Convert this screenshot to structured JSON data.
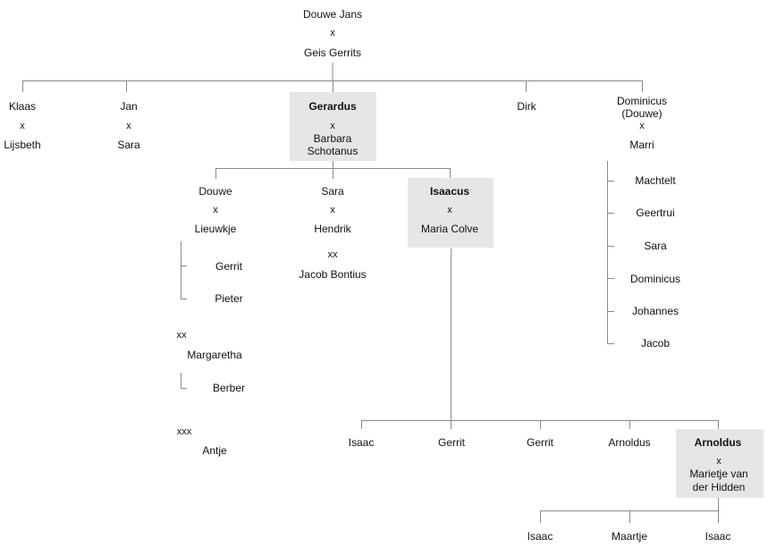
{
  "colors": {
    "line": "#8a8a8a",
    "highlight_box": "#e6e6e6",
    "text": "#111111"
  },
  "root": {
    "name": "Douwe Jans",
    "marker": "x",
    "spouse": "Geis Gerrits"
  },
  "generation1": {
    "klaas": {
      "name": "Klaas",
      "marker": "x",
      "spouse": "Lijsbeth"
    },
    "jan": {
      "name": "Jan",
      "marker": "x",
      "spouse": "Sara"
    },
    "gerardus": {
      "name": "Gerardus",
      "marker": "x",
      "spouse_line1": "Barbara",
      "spouse_line2": "Schotanus"
    },
    "dirk": {
      "name": "Dirk"
    },
    "dominicus": {
      "name_line1": "Dominicus",
      "name_line2": "(Douwe)",
      "marker": "x",
      "spouse": "Marri",
      "children": [
        "Machtelt",
        "Geertrui",
        "Sara",
        "Dominicus",
        "Johannes",
        "Jacob"
      ]
    }
  },
  "generation2": {
    "douwe": {
      "name": "Douwe",
      "marker": "x",
      "spouse": "Lieuwkje",
      "children": [
        "Gerrit",
        "Pieter"
      ],
      "marker2": "xx",
      "spouse2": "Margaretha",
      "children2": [
        "Berber"
      ],
      "marker3": "xxx",
      "spouse3": "Antje"
    },
    "sara": {
      "name": "Sara",
      "marker": "x",
      "spouse": "Hendrik",
      "marker2": "xx",
      "spouse2": "Jacob Bontius"
    },
    "isaacus": {
      "name": "Isaacus",
      "marker": "x",
      "spouse": "Maria Colve"
    }
  },
  "generation3": {
    "isaac": {
      "name": "Isaac"
    },
    "gerrit1": {
      "name": "Gerrit"
    },
    "gerrit2": {
      "name": "Gerrit"
    },
    "arnoldus1": {
      "name": "Arnoldus"
    },
    "arnoldus2": {
      "name": "Arnoldus",
      "marker": "x",
      "spouse_line1": "Marietje van",
      "spouse_line2": "der Hidden"
    }
  },
  "generation4": {
    "isaac1": {
      "name": "Isaac"
    },
    "maartje": {
      "name": "Maartje"
    },
    "isaac2": {
      "name": "Isaac"
    }
  }
}
